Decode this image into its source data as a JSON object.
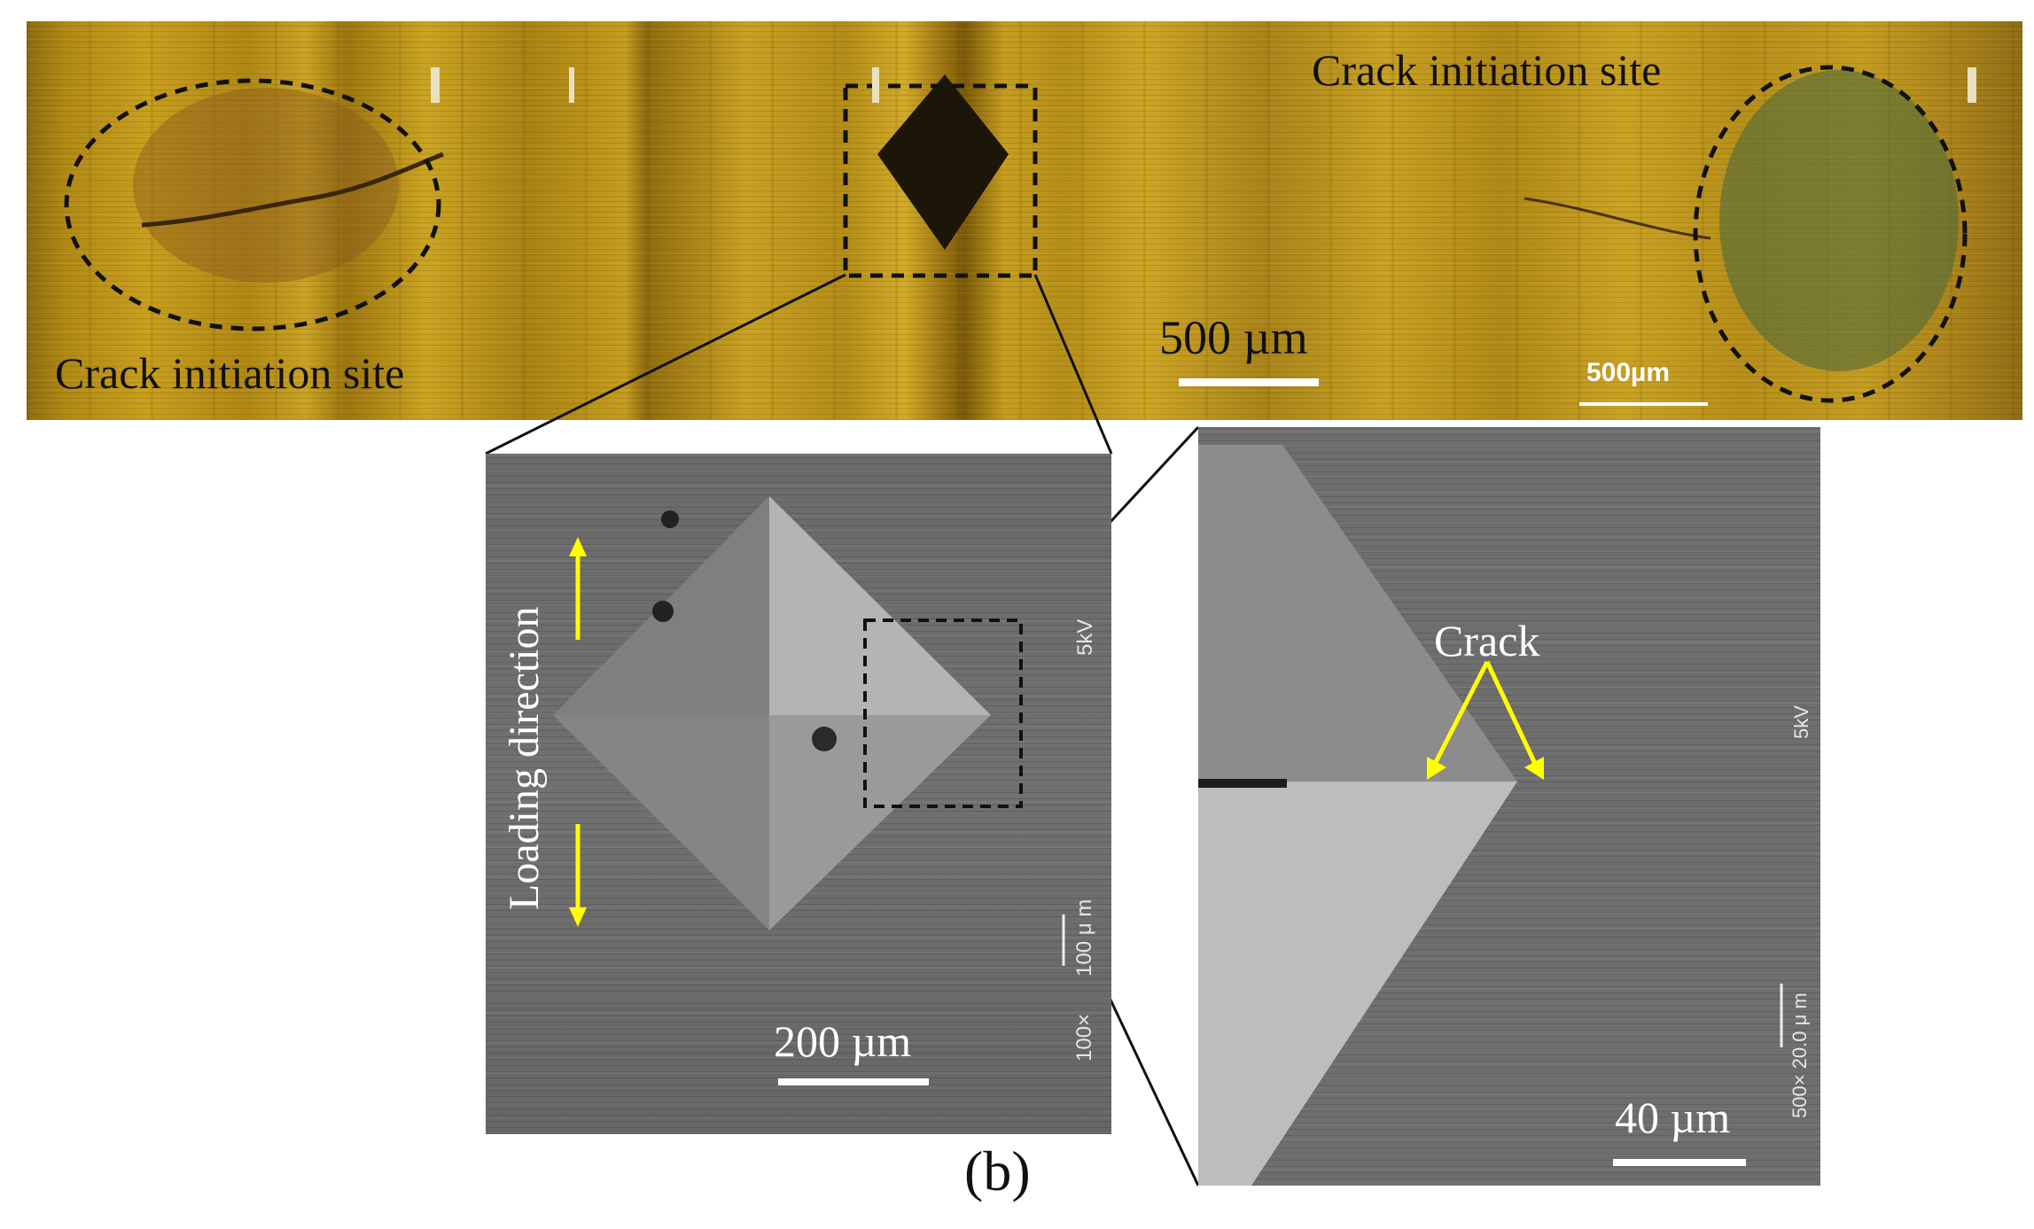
{
  "figure": {
    "optical_image": {
      "label_left_site": "Crack initiation site",
      "label_right_site": "Crack initiation site",
      "scale_bar_main": "500 µm",
      "scale_bar_inset": "500µm"
    },
    "sem_low_mag": {
      "loading_direction_label": "Loading direction",
      "scale_bar": "200 µm",
      "instrument_voltage": "5kV",
      "instrument_magnification": "100×",
      "instrument_scale": "100 μ m"
    },
    "sem_high_mag": {
      "crack_label": "Crack",
      "scale_bar": "40 µm",
      "instrument_voltage": "5kV",
      "instrument_magnification_scale": "500× 20.0 μ m"
    },
    "panel_label": "(b)"
  },
  "colors": {
    "annotation_yellow": "#ffff00",
    "dashed_outline": "#111111",
    "scale_bar_white": "#ffffff"
  }
}
